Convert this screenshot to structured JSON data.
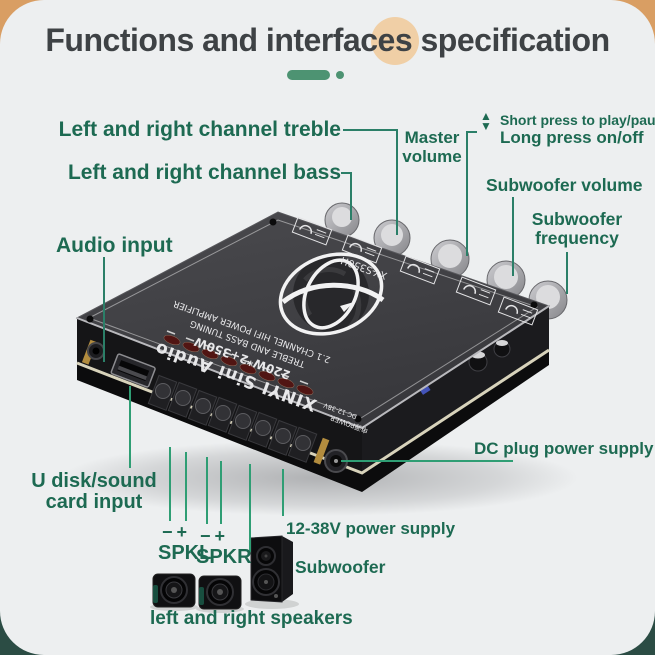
{
  "title": "Functions and interfaces specification",
  "callouts": {
    "treble": "Left and right channel treble",
    "bass": "Left and right channel bass",
    "audio_input": "Audio input",
    "master_volume": "Master volume",
    "short_press": "Short press to play/pause",
    "long_press": "Long press on/off",
    "subwoofer_volume": "Subwoofer volume",
    "subwoofer_frequency": "Subwoofer frequency",
    "dc_plug": "DC plug power supply",
    "u_disk": "U disk/sound card input",
    "spkl_polarity": "−+",
    "spkl": "SPKL",
    "spkr_polarity": "−+",
    "spkr": "SPKR",
    "power_supply": "12-38V power supply",
    "subwoofer": "Subwoofer",
    "lr_speakers": "left and right speakers"
  },
  "icons": {
    "triangle_up": "▲",
    "triangle_down": "▼"
  },
  "board": {
    "brand": "XINYI Sini Audio",
    "power_rating": "220W*2+350W",
    "tuning": "TREBLE  AND  BASS TUNING",
    "channel": "2.1 CHANNEL HIFI POWER AMPLIFIER",
    "model": "XY-S350H",
    "power_port": "电源POWER",
    "dc_range": "DC 12-38V"
  },
  "colors": {
    "accent_teal": "#1d6a52",
    "callout_line": "#2e8b6e",
    "background_orange": "#d99e63",
    "background_dark_green": "#2b4c44",
    "card": "#edeff0",
    "title_text": "#3e4245",
    "underline_green": "#4d9372",
    "accent_circle_tan": "#f0cfa6"
  }
}
